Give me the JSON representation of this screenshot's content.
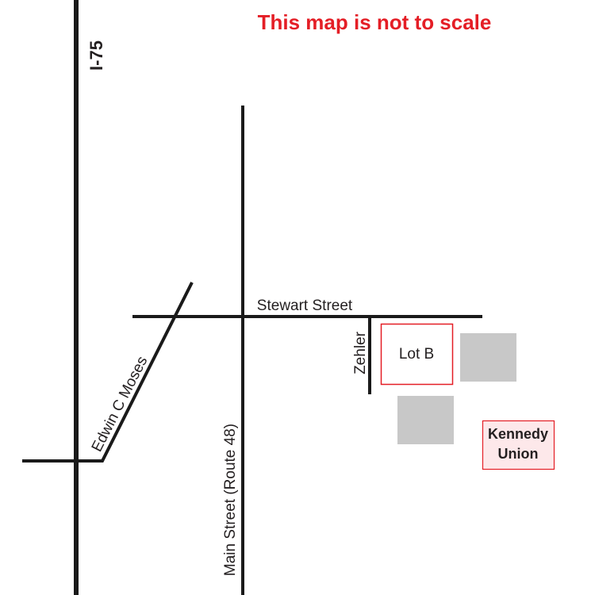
{
  "title": "This map is not to scale",
  "colors": {
    "title": "#e41e26",
    "road": "#1a1a1a",
    "lot_border": "#e41e26",
    "building": "#c8c8c8",
    "kennedy_fill": "#fde8ea",
    "kennedy_border": "#e41e26"
  },
  "roads": {
    "i75": "I-75",
    "main_street": "Main Street (Route 48)",
    "stewart_street": "Stewart Street",
    "edwin_c_moses": "Edwin C Moses",
    "zehler": "Zehler"
  },
  "places": {
    "lot_b": "Lot B",
    "kennedy_union_line1": "Kennedy",
    "kennedy_union_line2": "Union"
  }
}
